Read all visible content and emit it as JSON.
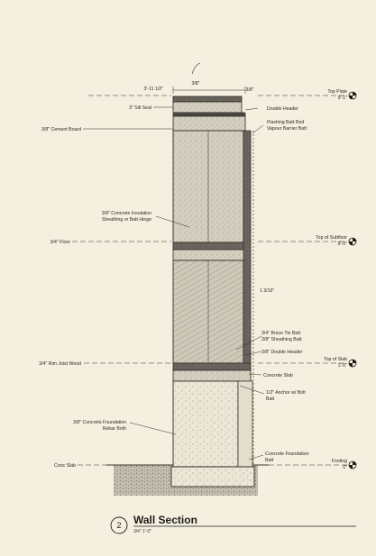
{
  "title_block": {
    "number": "2",
    "title": "Wall Section",
    "scale": "3/4\" 1'-0\""
  },
  "top_dims": {
    "left": "3'-11 1/2\"",
    "center": "3/8\"",
    "right": "3/8\""
  },
  "left_labels": {
    "top_plate": "3\" Sill Seal",
    "sheathing": "3/8\" Cement Board",
    "insulation_a": "3/8\" Concrete Insulation",
    "insulation_b": "Sheathing or Batt Hinge",
    "floor": "3/4\" Floor",
    "rim": "3/4\" Rim Joist Wood",
    "found_a": "3/8\" Concrete Foundation",
    "found_b": "Rebar Both",
    "grade": "Conc Slab"
  },
  "right_labels": {
    "cap": "Double Header",
    "sheath_a": "Flashing Batt Rod",
    "sheath_b": "Vapour Barrier Batt",
    "dim": "1 3/16\"",
    "brace_a": "3/4\" Brace Tie Batt",
    "brace_b": "3/8\" Sheathing Batt",
    "stud": "3/8\" Double Header",
    "sill": "Concrete Slab",
    "anchor_a": "1/2\" Anchor w/ Bolt",
    "anchor_b": "Batt",
    "footing_a": "Concrete Foundation",
    "footing_b": "Batt"
  },
  "level_markers": [
    {
      "name": "Top Plate",
      "elev": "9'-1\""
    },
    {
      "name": "Top of Subfloor",
      "elev": "8'-0\""
    },
    {
      "name": "Top of Slab",
      "elev": "1'-0\""
    },
    {
      "name": "Footing",
      "elev": "0\""
    }
  ],
  "colors": {
    "paper": "#f4efdf",
    "ink": "#2c2a26",
    "fill_dark": "#6b6660",
    "fill_mid": "#b7b1a5",
    "fill_light": "#dcd6c6"
  }
}
